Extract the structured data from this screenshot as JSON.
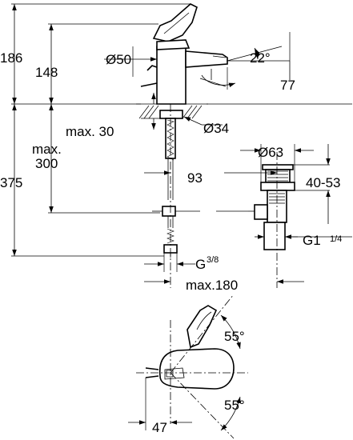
{
  "dimensions": {
    "overall_height": "186",
    "spout_height": "148",
    "base_diameter": "Ø50",
    "spout_angle": "22°",
    "projection": "77",
    "max_deck": "max. 30",
    "hole_diameter": "Ø34",
    "max_length_top": "max.",
    "max_length_bottom": "300",
    "total_length": "375",
    "waste_offset": "93",
    "waste_diameter": "Ø63",
    "waste_range": "40-53",
    "waste_thread": "G1",
    "waste_thread_frac": "1/4",
    "inlet_thread": "G",
    "inlet_thread_frac": "3/8",
    "max_reach": "max.180",
    "lever_angle_top": "55°",
    "lever_angle_bottom": "55°",
    "lever_offset": "47"
  },
  "icons": [
    "tap-side-view",
    "pop-up-waste",
    "tap-top-view"
  ]
}
